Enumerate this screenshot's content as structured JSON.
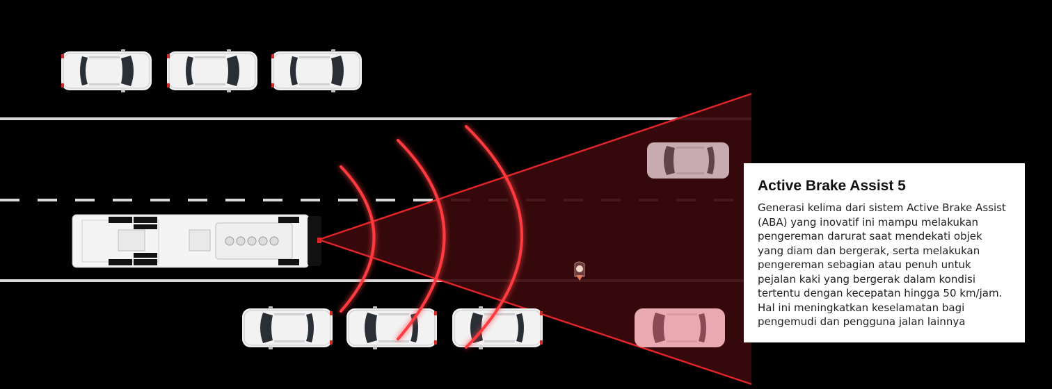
{
  "info_card": {
    "title": "Active Brake Assist 5",
    "description": "Generasi kelima dari sistem Active Brake Assist (ABA) yang inovatif ini mampu melakukan pengereman darurat saat mendekati objek yang diam dan bergerak, serta melakukan pengereman sebagian atau penuh untuk pejalan kaki yang bergerak dalam kondisi tertentu dengan kecepatan hingga 50 km/jam. Hal ini meningkatkan keselamatan bagi pengemudi dan pengguna jalan lainnya"
  },
  "colors": {
    "background": "#000000",
    "road_line": "#d9d9d9",
    "radar_red": "#e0242a",
    "radar_fill": "#3a0a0c",
    "car_body": "#f2f2f2",
    "highlighted_car": "#e8a9b0",
    "card_background": "#ffffff"
  },
  "icons": [
    "bus-top-view",
    "car-top-view",
    "pedestrian-top-view",
    "radar-wave-arc",
    "radar-detection-cone"
  ]
}
